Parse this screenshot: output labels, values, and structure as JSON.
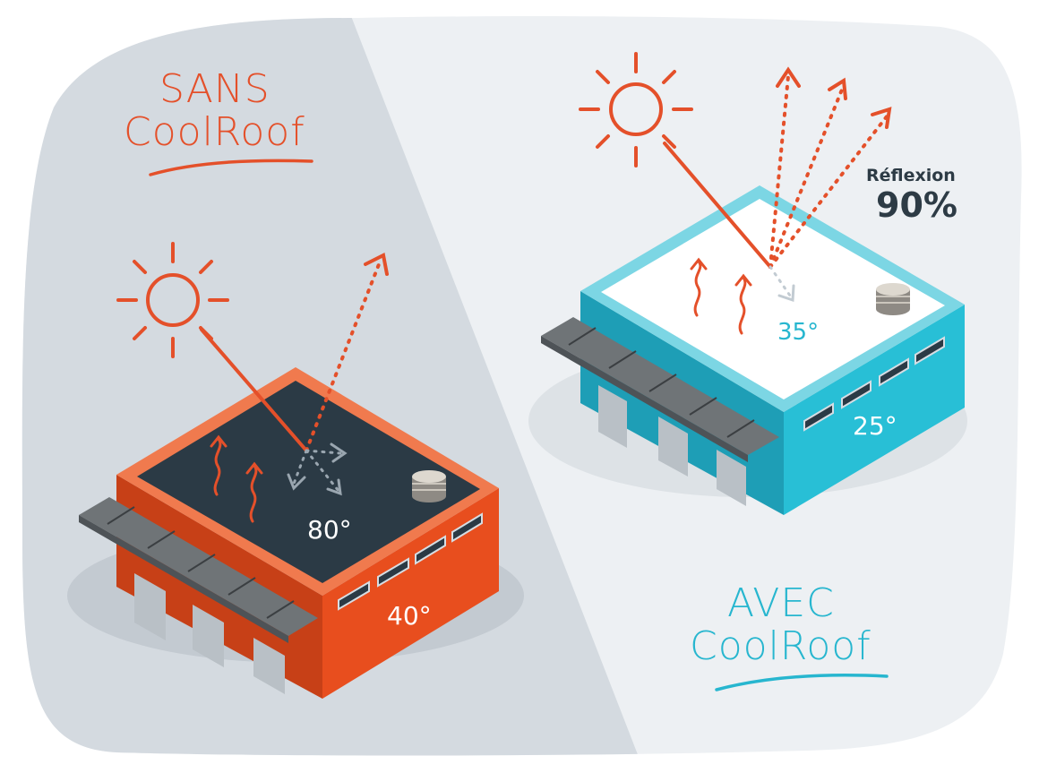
{
  "left_panel": {
    "title_line1": "SANS",
    "title_line2": "CoolRoof",
    "roof_temperature": "80°",
    "wall_temperature": "40°",
    "accent_color": "#e4502a",
    "roof_color": "#2b3a45"
  },
  "right_panel": {
    "title_line1": "AVEC",
    "title_line2": "CoolRoof",
    "roof_temperature": "35°",
    "wall_temperature": "25°",
    "reflection_label": "Réflexion",
    "reflection_value": "90%",
    "accent_color": "#27b6cf",
    "roof_color": "#ffffff"
  },
  "icons": [
    "sun-icon",
    "heat-wave-icon",
    "reflection-arrow-icon",
    "roof-vent-icon"
  ]
}
